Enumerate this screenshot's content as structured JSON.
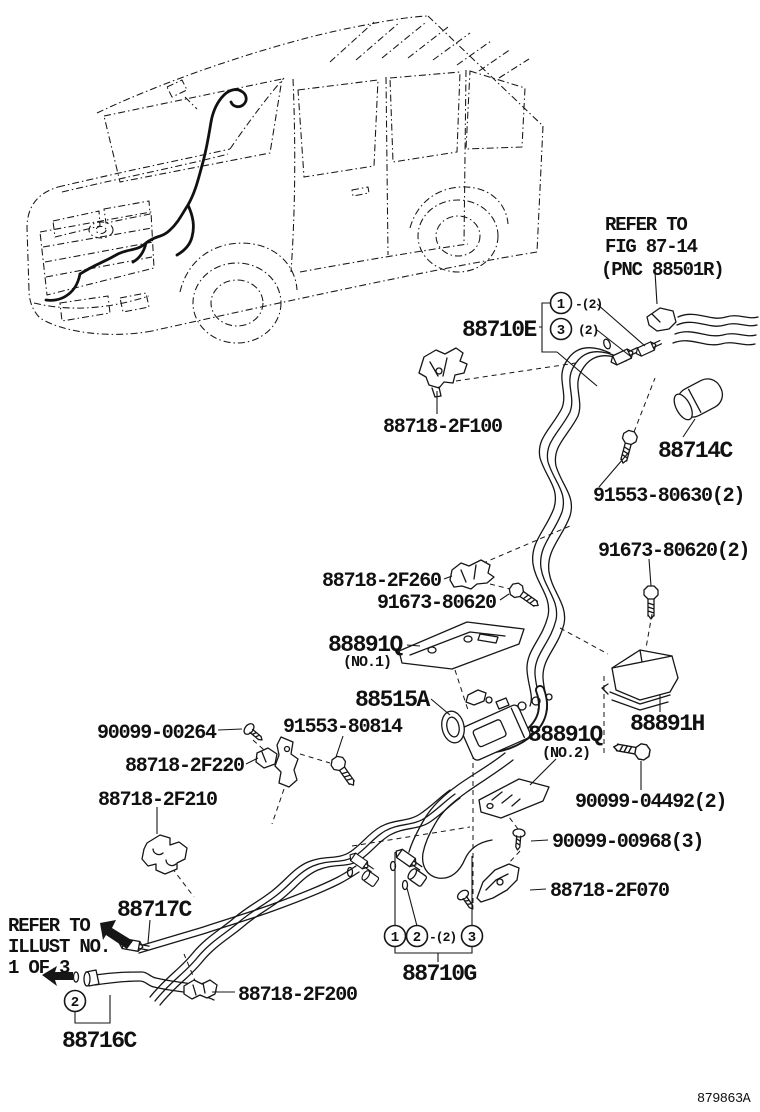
{
  "doc": {
    "drawing_code": "879863A"
  },
  "ink_color": "#161616",
  "notes": {
    "fig_ref": {
      "lines": [
        "REFER TO",
        "FIG 87-14",
        "(PNC 88501R)"
      ]
    },
    "illust_ref": {
      "lines": [
        "REFER TO",
        "ILLUST NO.",
        "1 OF 3"
      ]
    }
  },
  "labels": [
    {
      "part": "88710E",
      "text": "88710E"
    },
    {
      "part": "88718-2F100",
      "text": "88718-2F100"
    },
    {
      "part": "88714C",
      "text": "88714C"
    },
    {
      "part": "91553-80630",
      "text": "91553-80630(2)"
    },
    {
      "part": "91673-80620-qty2",
      "text": "91673-80620(2)"
    },
    {
      "part": "88718-2F260",
      "text": "88718-2F260"
    },
    {
      "part": "91673-80620",
      "text": "91673-80620"
    },
    {
      "part": "88891Q-no1",
      "text": "88891Q",
      "sub": "(NO.1)"
    },
    {
      "part": "88515A",
      "text": "88515A"
    },
    {
      "part": "90099-00264",
      "text": "90099-00264"
    },
    {
      "part": "91553-80814",
      "text": "91553-80814"
    },
    {
      "part": "88718-2F220",
      "text": "88718-2F220"
    },
    {
      "part": "88718-2F210",
      "text": "88718-2F210"
    },
    {
      "part": "88891Q-no2",
      "text": "88891Q",
      "sub": "(NO.2)"
    },
    {
      "part": "88891H",
      "text": "88891H"
    },
    {
      "part": "90099-04492",
      "text": "90099-04492(2)"
    },
    {
      "part": "90099-00968",
      "text": "90099-00968(3)"
    },
    {
      "part": "88718-2F070",
      "text": "88718-2F070"
    },
    {
      "part": "88717C",
      "text": "88717C"
    },
    {
      "part": "88716C",
      "text": "88716C"
    },
    {
      "part": "88718-2F200",
      "text": "88718-2F200"
    },
    {
      "part": "88710G",
      "text": "88710G"
    }
  ],
  "callouts": {
    "top": [
      {
        "num": "1",
        "qty": "-(2)"
      },
      {
        "num": "3",
        "qty": "(2)"
      }
    ],
    "bottom": [
      {
        "num": "1"
      },
      {
        "num": "2",
        "qty": "-(2)"
      },
      {
        "num": "3"
      }
    ],
    "left": [
      {
        "num": "2"
      }
    ]
  }
}
